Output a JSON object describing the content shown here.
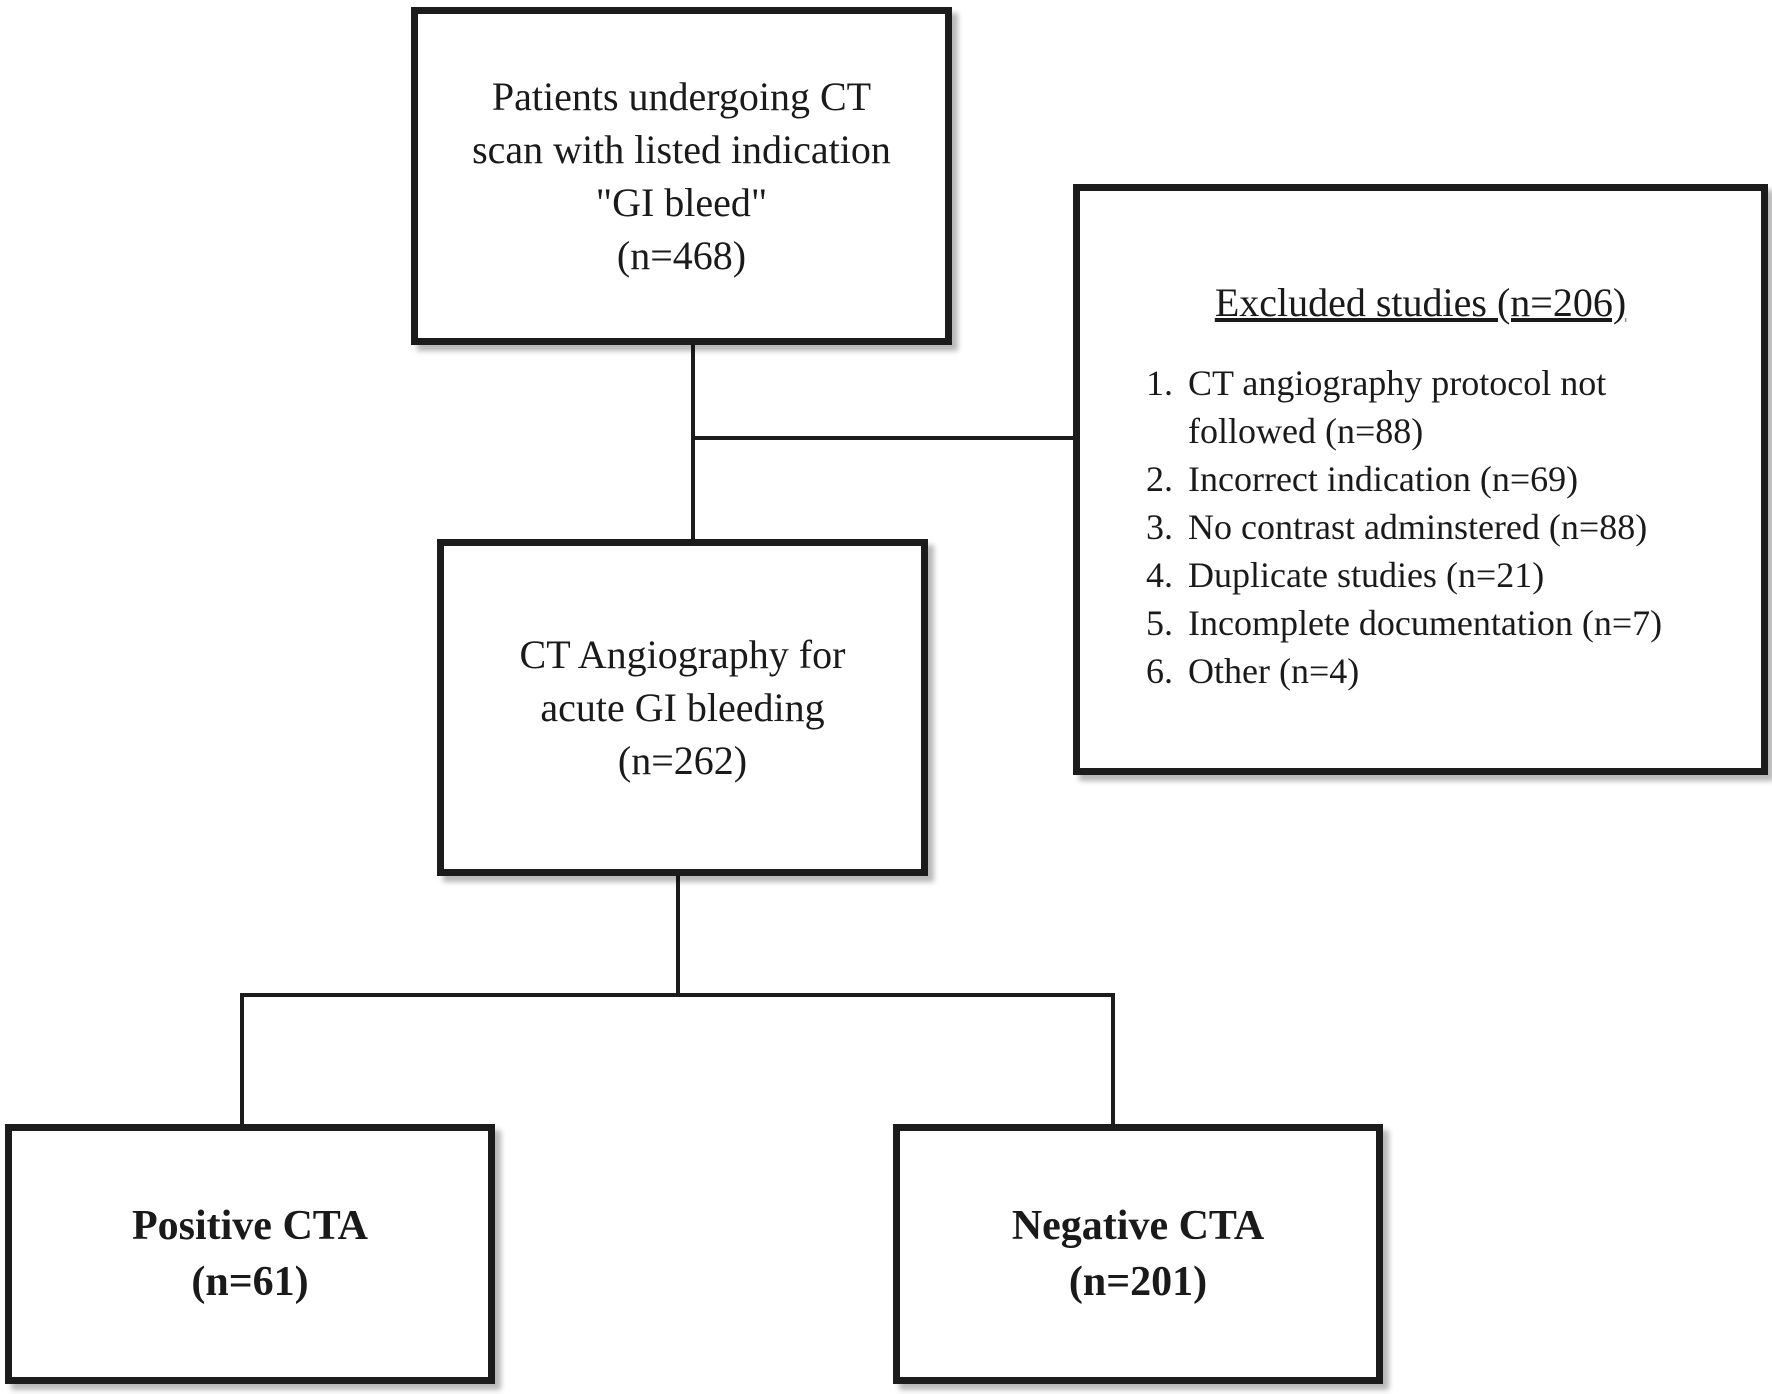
{
  "start_box": {
    "lines": [
      "Patients undergoing CT",
      "scan with listed indication",
      "\"GI bleed\"",
      "(n=468)"
    ]
  },
  "excluded_box": {
    "title": "Excluded studies (n=206)",
    "items": [
      {
        "num": "1.",
        "text": "CT angiography protocol not followed (n=88)"
      },
      {
        "num": "2.",
        "text": "Incorrect indication (n=69)"
      },
      {
        "num": "3.",
        "text": "No contrast adminstered (n=88)"
      },
      {
        "num": "4.",
        "text": "Duplicate studies (n=21)"
      },
      {
        "num": "5.",
        "text": "Incomplete documentation (n=7)"
      },
      {
        "num": "6.",
        "text": "Other (n=4)"
      }
    ]
  },
  "cta_box": {
    "lines": [
      "CT Angiography for",
      "acute GI bleeding",
      "(n=262)"
    ]
  },
  "positive_box": {
    "lines": [
      "Positive CTA",
      "(n=61)"
    ]
  },
  "negative_box": {
    "lines": [
      "Negative CTA",
      "(n=201)"
    ]
  }
}
